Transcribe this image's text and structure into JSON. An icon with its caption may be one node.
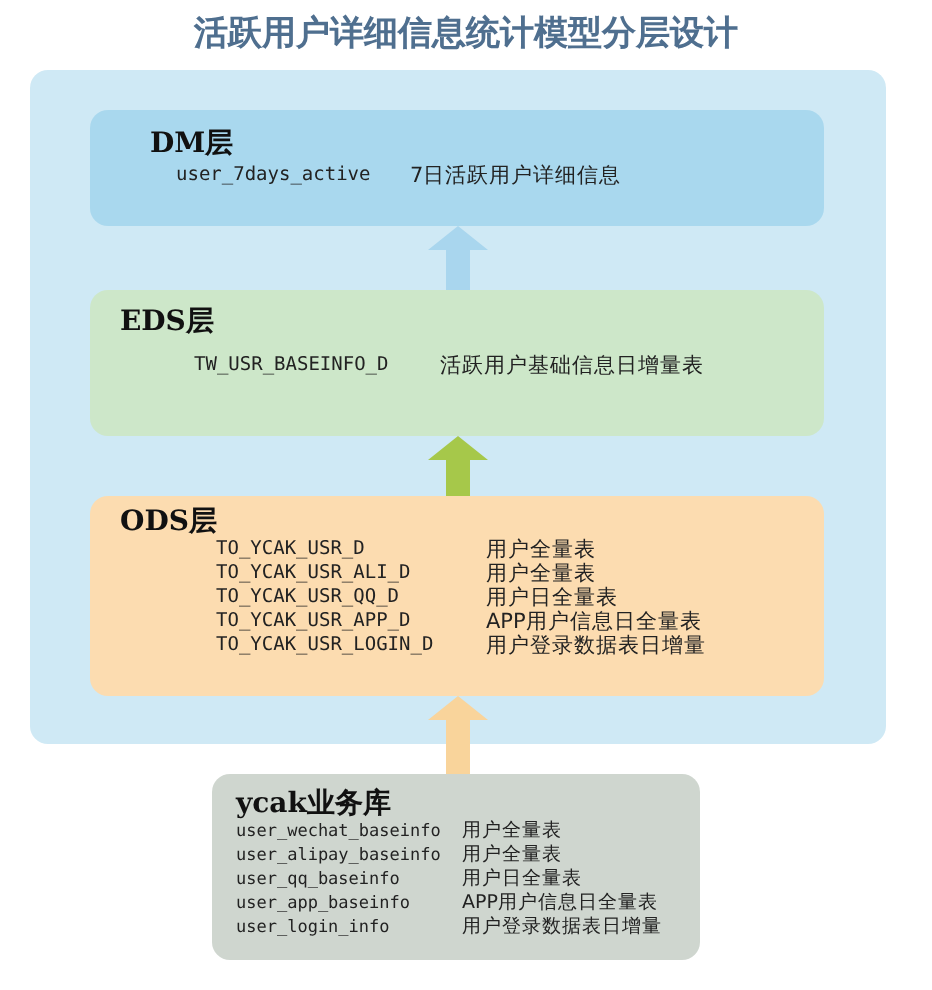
{
  "diagram": {
    "title": "活跃用户详细信息统计模型分层设计",
    "nodes": [
      {
        "text": [],
        "shape": "box"
      },
      {
        "text": [
          "DM层",
          "user_7days_active",
          "7日活跃用户详细信息"
        ],
        "in": 0
      },
      {
        "text": [
          "EDS层",
          "TW_USR_BASEINFO_D",
          "活跃用户基础信息日增量表"
        ],
        "in": 0
      },
      {
        "text": [
          "ODS层",
          "TO_YCAK_USR_D",
          "用户全量表",
          "TO_YCAK_USR_ALI_D",
          "用户全量表",
          "TO_YCAK_USR_QQ_D",
          "用户日全量表",
          "TO_YCAK_USR_APP_D",
          "APP用户信息日全量表",
          "TO_YCAK_USR_LOGIN_D",
          "用户登录数据表日增量"
        ],
        "in": 0
      },
      {
        "text": [
          "ycak业务库",
          "user_wechat_baseinfo",
          "用户全量表",
          "user_alipay_baseinfo",
          "用户全量表",
          "user_qq_baseinfo",
          "用户日全量表",
          "user_app_baseinfo",
          "APP用户信息日全量表",
          "user_login_info",
          "用户登录数据表日增量"
        ]
      }
    ],
    "edges": [
      {
        "from": 4,
        "to": 3,
        "arrow": "to",
        "color": "#f9d49b"
      },
      {
        "from": 3,
        "to": 2,
        "arrow": "to",
        "color": "#a6c84a"
      },
      {
        "from": 2,
        "to": 1,
        "arrow": "to",
        "color": "#a9d6ee"
      }
    ]
  }
}
